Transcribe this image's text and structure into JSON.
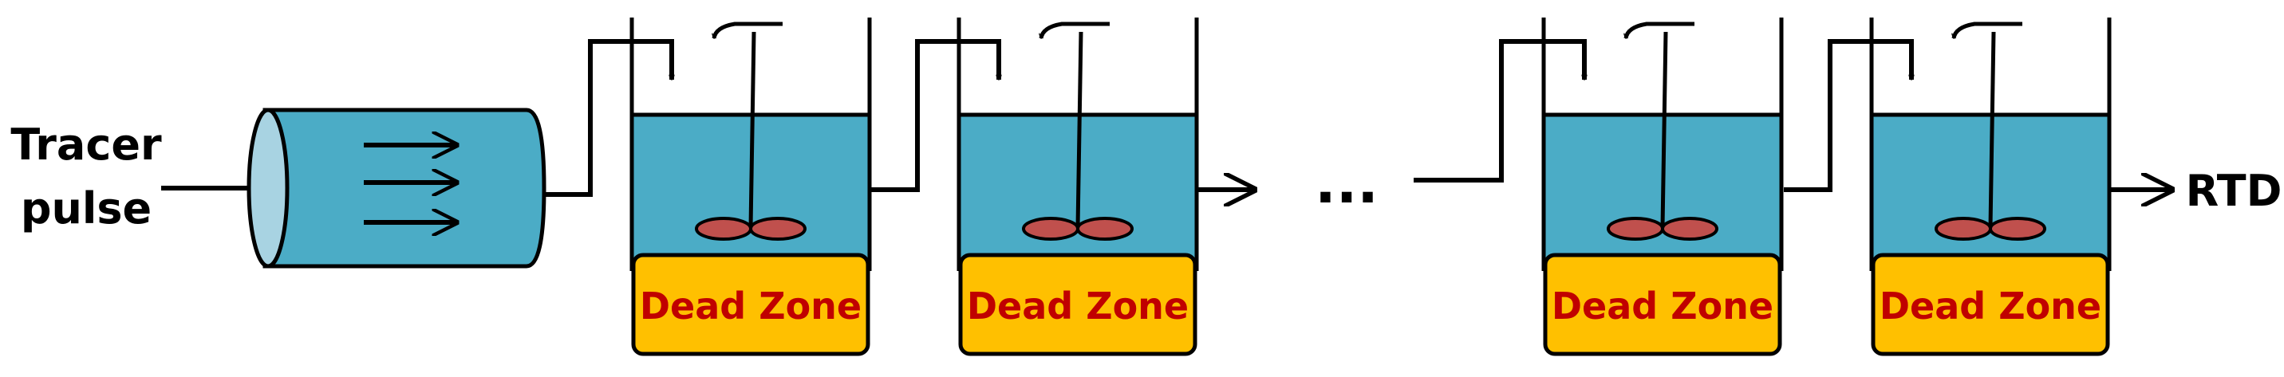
{
  "labels": {
    "input": [
      "Tracer",
      "pulse"
    ],
    "output": "RTD",
    "ellipsis": "...",
    "dead_zone": "Dead Zone"
  },
  "tanks": [
    {
      "dead_zone_label": "Dead Zone"
    },
    {
      "dead_zone_label": "Dead Zone"
    },
    {
      "dead_zone_label": "Dead Zone"
    },
    {
      "dead_zone_label": "Dead Zone"
    }
  ],
  "colors": {
    "liquid": "#4BACC6",
    "plug_flow_cap": "#A8D3E2",
    "dead_zone": "#FFC000",
    "dead_zone_text": "#C00000",
    "impeller": "#C0504D",
    "stroke": "#000000"
  },
  "icons": [
    "plug-flow-reactor-icon",
    "stirred-tank-icon",
    "impeller-icon",
    "arrow-icon"
  ]
}
